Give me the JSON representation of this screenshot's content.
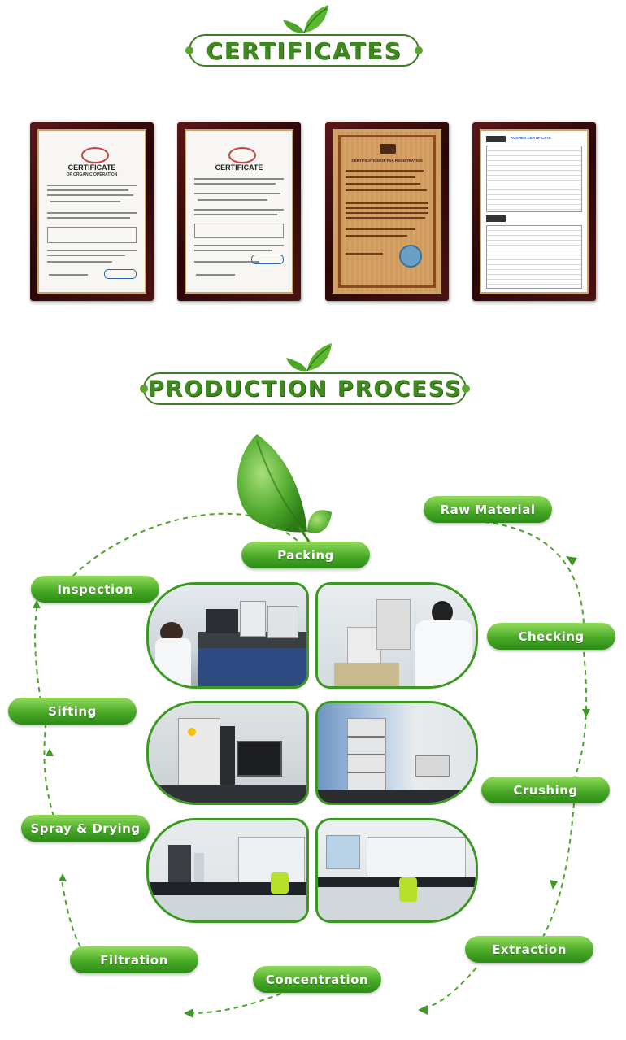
{
  "sections": {
    "certificates_title": "CERTIFICATES",
    "production_title": "PRODUCTION PROCESS"
  },
  "certificates": [
    {
      "name": "organic-certificate-1",
      "heading": "CERTIFICATE",
      "subheading": "OF ORGANIC OPERATION"
    },
    {
      "name": "organic-certificate-2",
      "heading": "CERTIFICATE",
      "subheading": ""
    },
    {
      "name": "fda-registration-certificate",
      "heading": "CERTIFICATION OF FDA REGISTRATION",
      "subheading": ""
    },
    {
      "name": "kosher-certificate",
      "heading": "KOSHER CERTIFICATE",
      "subheading": ""
    }
  ],
  "process_steps": {
    "raw_material": "Raw Material",
    "checking": "Checking",
    "crushing": "Crushing",
    "extraction": "Extraction",
    "concentration": "Concentration",
    "filtration": "Filtration",
    "spray_drying": "Spray & Drying",
    "sifting": "Sifting",
    "inspection": "Inspection",
    "packing": "Packing"
  },
  "colors": {
    "brand_green": "#3e8a1f",
    "pill_green": "#4aaa28",
    "frame_maroon": "#3a0a0a",
    "flow_line": "#4aa52a"
  },
  "icons": [
    "leaf-icon",
    "big-leaf-icon",
    "arrow-icon"
  ]
}
